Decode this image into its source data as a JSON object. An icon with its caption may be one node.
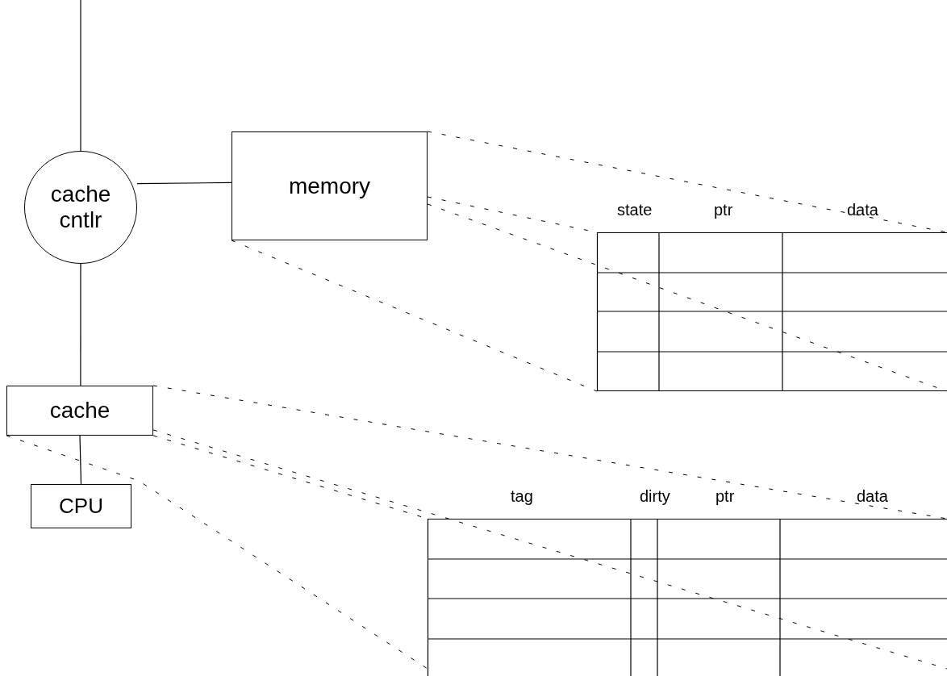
{
  "diagram": {
    "nodes": [
      {
        "text": [
          "cache cntlr"
        ]
      },
      {
        "text": [
          "memory"
        ]
      },
      {
        "text": [
          "cache"
        ]
      },
      {
        "text": [
          "CPU"
        ]
      },
      {
        "text": [
          "state",
          "ptr",
          "data"
        ]
      },
      {
        "text": [
          "tag",
          "dirty",
          "ptr",
          "data"
        ]
      }
    ],
    "edges": [
      {
        "from": null,
        "to": 0,
        "arrow": "none"
      },
      {
        "from": 0,
        "to": 1,
        "arrow": "none"
      },
      {
        "from": 0,
        "to": 2,
        "arrow": "none"
      },
      {
        "from": 2,
        "to": 3,
        "arrow": "none"
      },
      {
        "from": 1,
        "to": 4,
        "arrow": "none",
        "style": "dashed"
      },
      {
        "from": 1,
        "to": 4,
        "arrow": "none",
        "style": "dashed"
      },
      {
        "from": 1,
        "to": 4,
        "arrow": "none",
        "style": "dashed"
      },
      {
        "from": 1,
        "to": 4,
        "arrow": "none",
        "style": "dashed"
      },
      {
        "from": 2,
        "to": 5,
        "arrow": "none",
        "style": "dashed"
      },
      {
        "from": 2,
        "to": 5,
        "arrow": "none",
        "style": "dashed"
      },
      {
        "from": 2,
        "to": 5,
        "arrow": "none",
        "style": "dashed"
      },
      {
        "from": 2,
        "to": 5,
        "arrow": "none",
        "style": "dashed"
      }
    ]
  }
}
